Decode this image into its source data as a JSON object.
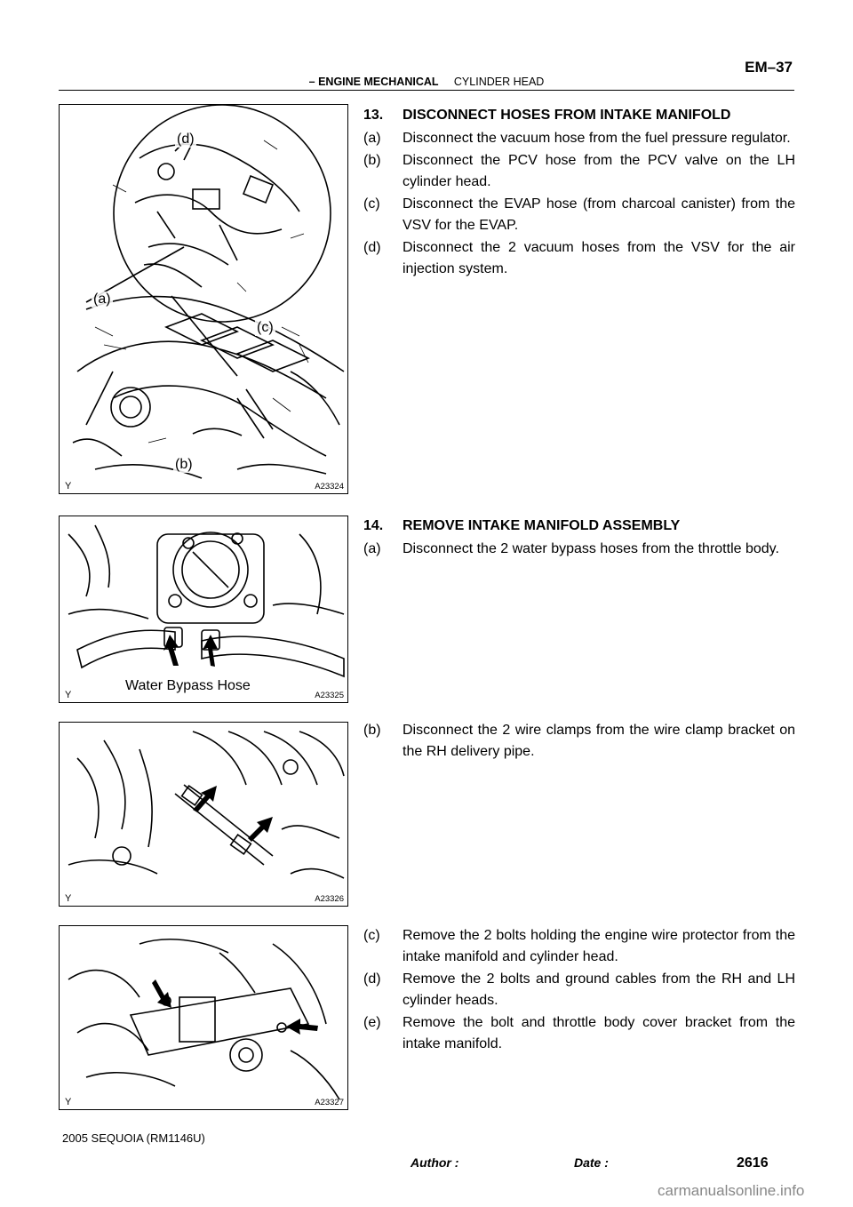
{
  "header": {
    "page_code": "EM–37",
    "section_bold": "– ENGINE MECHANICAL",
    "section_rest": "CYLINDER HEAD"
  },
  "figures": [
    {
      "id": "A23324",
      "y_mark": "Y",
      "labels": {
        "a": "(a)",
        "b": "(b)",
        "c": "(c)",
        "d": "(d)"
      }
    },
    {
      "id": "A23325",
      "y_mark": "Y",
      "caption": "Water Bypass Hose"
    },
    {
      "id": "A23326",
      "y_mark": "Y"
    },
    {
      "id": "A23327",
      "y_mark": "Y"
    }
  ],
  "step13": {
    "number": "13.",
    "title": "DISCONNECT HOSES FROM INTAKE MANIFOLD",
    "items": [
      {
        "label": "(a)",
        "text": "Disconnect the vacuum hose from the fuel pressure regulator."
      },
      {
        "label": "(b)",
        "text": "Disconnect the PCV hose from the PCV valve on the LH cylinder head."
      },
      {
        "label": "(c)",
        "text": "Disconnect the EVAP hose (from charcoal canister) from the VSV for the EVAP."
      },
      {
        "label": "(d)",
        "text": "Disconnect the 2 vacuum hoses from the VSV for the air injection system."
      }
    ]
  },
  "step14": {
    "number": "14.",
    "title": "REMOVE INTAKE MANIFOLD ASSEMBLY",
    "items_a": [
      {
        "label": "(a)",
        "text": "Disconnect the 2 water bypass hoses from the throttle body."
      }
    ],
    "items_b": [
      {
        "label": "(b)",
        "text": "Disconnect the 2 wire clamps from the wire clamp bracket on the RH delivery pipe."
      }
    ],
    "items_c": [
      {
        "label": "(c)",
        "text": "Remove the 2 bolts holding the engine wire protector from the intake manifold and cylinder head."
      },
      {
        "label": "(d)",
        "text": "Remove the 2 bolts and ground cables from the RH and LH cylinder heads."
      },
      {
        "label": "(e)",
        "text": "Remove the bolt and throttle body cover bracket from the intake manifold."
      }
    ]
  },
  "footer": {
    "model": "2005 SEQUOIA   (RM1146U)",
    "author": "Author :",
    "date": "Date :",
    "page": "2616",
    "watermark": "carmanualsonline.info"
  }
}
